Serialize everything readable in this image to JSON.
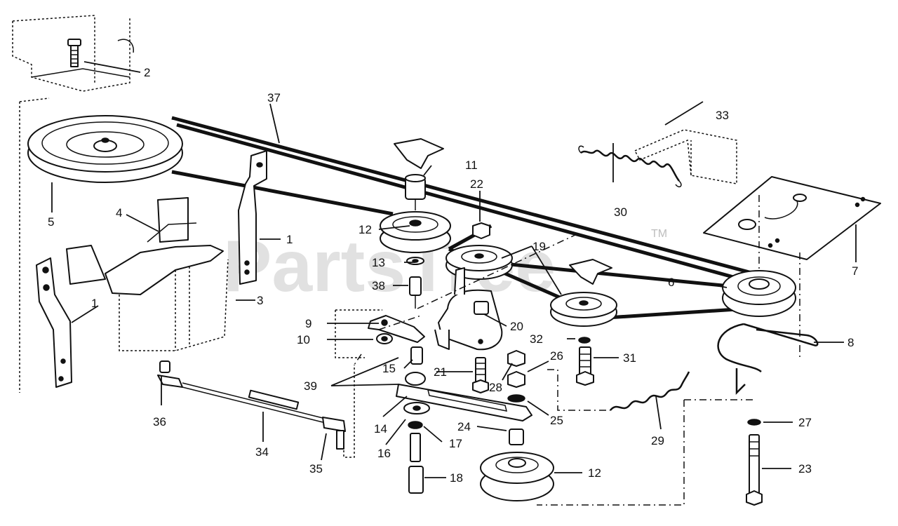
{
  "watermark": {
    "text": "PartsTree",
    "trademark": "TM"
  },
  "callouts": [
    {
      "id": "c2",
      "label": "2"
    },
    {
      "id": "c37",
      "label": "37"
    },
    {
      "id": "c11",
      "label": "11"
    },
    {
      "id": "c22",
      "label": "22"
    },
    {
      "id": "c33",
      "label": "33"
    },
    {
      "id": "c30",
      "label": "30"
    },
    {
      "id": "c5",
      "label": "5"
    },
    {
      "id": "c4",
      "label": "4"
    },
    {
      "id": "c12a",
      "label": "12"
    },
    {
      "id": "c1a",
      "label": "1"
    },
    {
      "id": "c19",
      "label": "19"
    },
    {
      "id": "c7",
      "label": "7"
    },
    {
      "id": "c13",
      "label": "13"
    },
    {
      "id": "c38",
      "label": "38"
    },
    {
      "id": "c6",
      "label": "6"
    },
    {
      "id": "c3",
      "label": "3"
    },
    {
      "id": "c1b",
      "label": "1"
    },
    {
      "id": "c9",
      "label": "9"
    },
    {
      "id": "c20",
      "label": "20"
    },
    {
      "id": "c10",
      "label": "10"
    },
    {
      "id": "c32",
      "label": "32"
    },
    {
      "id": "c8",
      "label": "8"
    },
    {
      "id": "c15",
      "label": "15"
    },
    {
      "id": "c21",
      "label": "21"
    },
    {
      "id": "c26",
      "label": "26"
    },
    {
      "id": "c31",
      "label": "31"
    },
    {
      "id": "c39",
      "label": "39"
    },
    {
      "id": "c28",
      "label": "28"
    },
    {
      "id": "c36",
      "label": "36"
    },
    {
      "id": "c14",
      "label": "14"
    },
    {
      "id": "c25",
      "label": "25"
    },
    {
      "id": "c29",
      "label": "29"
    },
    {
      "id": "c27",
      "label": "27"
    },
    {
      "id": "c34",
      "label": "34"
    },
    {
      "id": "c24",
      "label": "24"
    },
    {
      "id": "c17",
      "label": "17"
    },
    {
      "id": "c16",
      "label": "16"
    },
    {
      "id": "c35",
      "label": "35"
    },
    {
      "id": "c12b",
      "label": "12"
    },
    {
      "id": "c23",
      "label": "23"
    },
    {
      "id": "c18",
      "label": "18"
    }
  ]
}
